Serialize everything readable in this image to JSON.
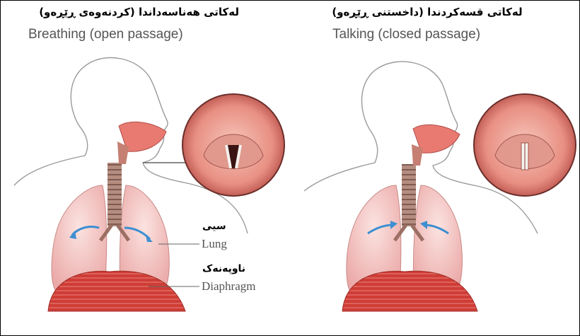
{
  "panels": {
    "left": {
      "title_ku": "لەکاتی هەناسەداندا (کردنەوەی ڕێڕەو)",
      "title_en": "Breathing (open passage)"
    },
    "right": {
      "title_ku": "لەکاتی قسەکردندا (داخستنی ڕێڕەو)",
      "title_en": "Talking (closed passage)"
    }
  },
  "labels": {
    "lung_ku": "سیی",
    "lung_en": "Lung",
    "diaphragm_ku": "ناوپەنەک",
    "diaphragm_en": "Diaphragm"
  },
  "colors": {
    "outline": "#9a9a9a",
    "lung_fill": "#f3c6c4",
    "diaphragm_fill": "#d2443c",
    "trachea_fill": "#b8897a",
    "arrow_blue": "#3e8fd1",
    "mouth_fill": "#e87a72",
    "larynx_inset_fill": "#f2b6a8"
  },
  "icons": {
    "airflow_left": "arrow-in-out",
    "airflow_right": "arrow-inward"
  }
}
